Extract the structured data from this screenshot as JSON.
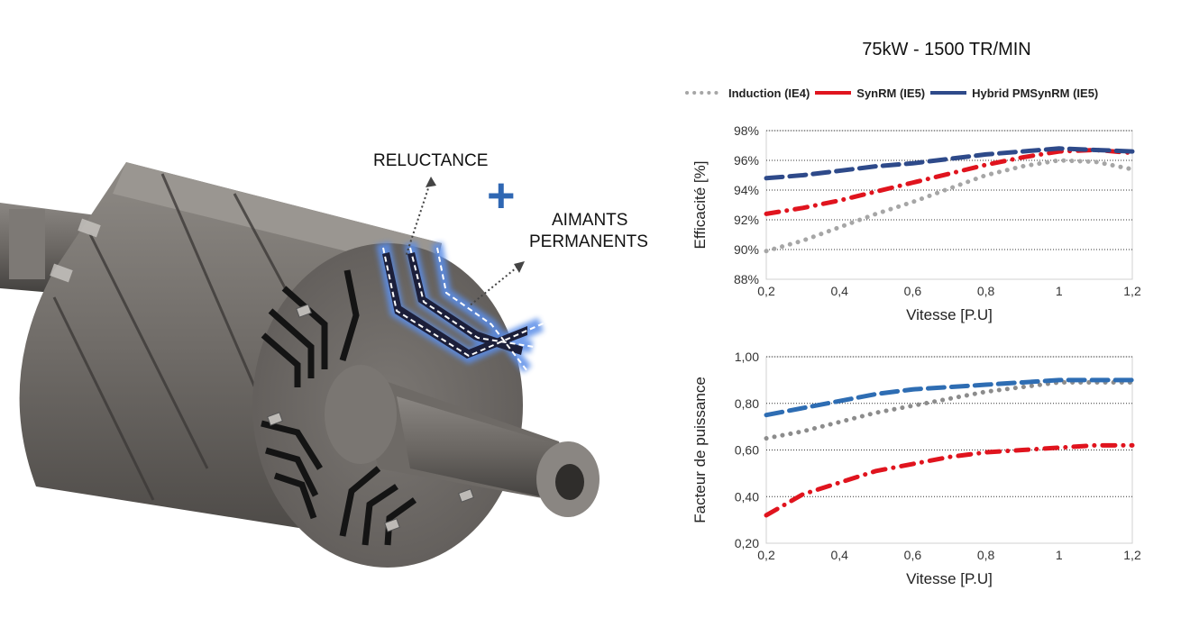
{
  "illustration": {
    "label_reluctance": "RELUCTANCE",
    "plus_sign": "+",
    "label_magnets_line1": "AIMANTS",
    "label_magnets_line2": "PERMANENTS"
  },
  "header": {
    "title": "75kW - 1500 TR/MIN"
  },
  "legend": [
    {
      "label": "Induction (IE4)",
      "color": "#a6a6a6",
      "style": "dotted"
    },
    {
      "label": "SynRM (IE5)",
      "color": "#e0141e",
      "style": "solid"
    },
    {
      "label": "Hybrid PMSynRM (IE5)",
      "color": "#2e4a8a",
      "style": "solid"
    }
  ],
  "chart_data": [
    {
      "type": "line",
      "title": "",
      "xlabel": "Vitesse [P.U]",
      "ylabel": "Efficacité [%]",
      "xlim": [
        0.2,
        1.2
      ],
      "ylim": [
        88,
        98
      ],
      "xticks": [
        "0,2",
        "0,4",
        "0,6",
        "0,8",
        "1",
        "1,2"
      ],
      "yticks": [
        "88%",
        "90%",
        "92%",
        "94%",
        "96%",
        "98%"
      ],
      "grid": true,
      "series": [
        {
          "name": "Induction (IE4)",
          "color": "#a6a6a6",
          "dash": "dot",
          "x": [
            0.2,
            0.3,
            0.4,
            0.5,
            0.6,
            0.7,
            0.8,
            0.9,
            1.0,
            1.1,
            1.2
          ],
          "values": [
            89.9,
            90.6,
            91.5,
            92.4,
            93.2,
            94.1,
            95.0,
            95.6,
            96.0,
            95.9,
            95.4
          ]
        },
        {
          "name": "SynRM (IE5)",
          "color": "#e0141e",
          "dash": "dashdot",
          "x": [
            0.2,
            0.3,
            0.4,
            0.5,
            0.6,
            0.7,
            0.8,
            0.9,
            1.0,
            1.1,
            1.2
          ],
          "values": [
            92.4,
            92.8,
            93.3,
            93.9,
            94.5,
            95.1,
            95.7,
            96.2,
            96.6,
            96.7,
            96.5
          ]
        },
        {
          "name": "Hybrid PMSynRM (IE5)",
          "color": "#2e4a8a",
          "dash": "dash",
          "x": [
            0.2,
            0.3,
            0.4,
            0.5,
            0.6,
            0.7,
            0.8,
            0.9,
            1.0,
            1.1,
            1.2
          ],
          "values": [
            94.8,
            95.0,
            95.3,
            95.6,
            95.8,
            96.1,
            96.4,
            96.6,
            96.8,
            96.7,
            96.6
          ]
        }
      ]
    },
    {
      "type": "line",
      "title": "",
      "xlabel": "Vitesse [P.U]",
      "ylabel": "Facteur de puissance",
      "xlim": [
        0.2,
        1.2
      ],
      "ylim": [
        0.2,
        1.0
      ],
      "xticks": [
        "0,2",
        "0,4",
        "0,6",
        "0,8",
        "1",
        "1,2"
      ],
      "yticks": [
        "0,20",
        "0,40",
        "0,60",
        "0,80",
        "1,00"
      ],
      "grid": true,
      "series": [
        {
          "name": "Induction (IE4)",
          "color": "#8c8c8c",
          "dash": "dot",
          "x": [
            0.2,
            0.3,
            0.4,
            0.5,
            0.6,
            0.7,
            0.8,
            0.9,
            1.0,
            1.1,
            1.2
          ],
          "values": [
            0.65,
            0.68,
            0.72,
            0.76,
            0.79,
            0.82,
            0.85,
            0.87,
            0.89,
            0.89,
            0.89
          ]
        },
        {
          "name": "SynRM (IE5)",
          "color": "#e0141e",
          "dash": "dashdot",
          "x": [
            0.2,
            0.3,
            0.4,
            0.5,
            0.6,
            0.7,
            0.8,
            0.9,
            1.0,
            1.1,
            1.2
          ],
          "values": [
            0.32,
            0.41,
            0.46,
            0.51,
            0.54,
            0.57,
            0.59,
            0.6,
            0.61,
            0.62,
            0.62
          ]
        },
        {
          "name": "Hybrid PMSynRM (IE5)",
          "color": "#2e6db3",
          "dash": "dash",
          "x": [
            0.2,
            0.3,
            0.4,
            0.5,
            0.6,
            0.7,
            0.8,
            0.9,
            1.0,
            1.1,
            1.2
          ],
          "values": [
            0.75,
            0.78,
            0.81,
            0.84,
            0.86,
            0.87,
            0.88,
            0.89,
            0.9,
            0.9,
            0.9
          ]
        }
      ]
    }
  ]
}
